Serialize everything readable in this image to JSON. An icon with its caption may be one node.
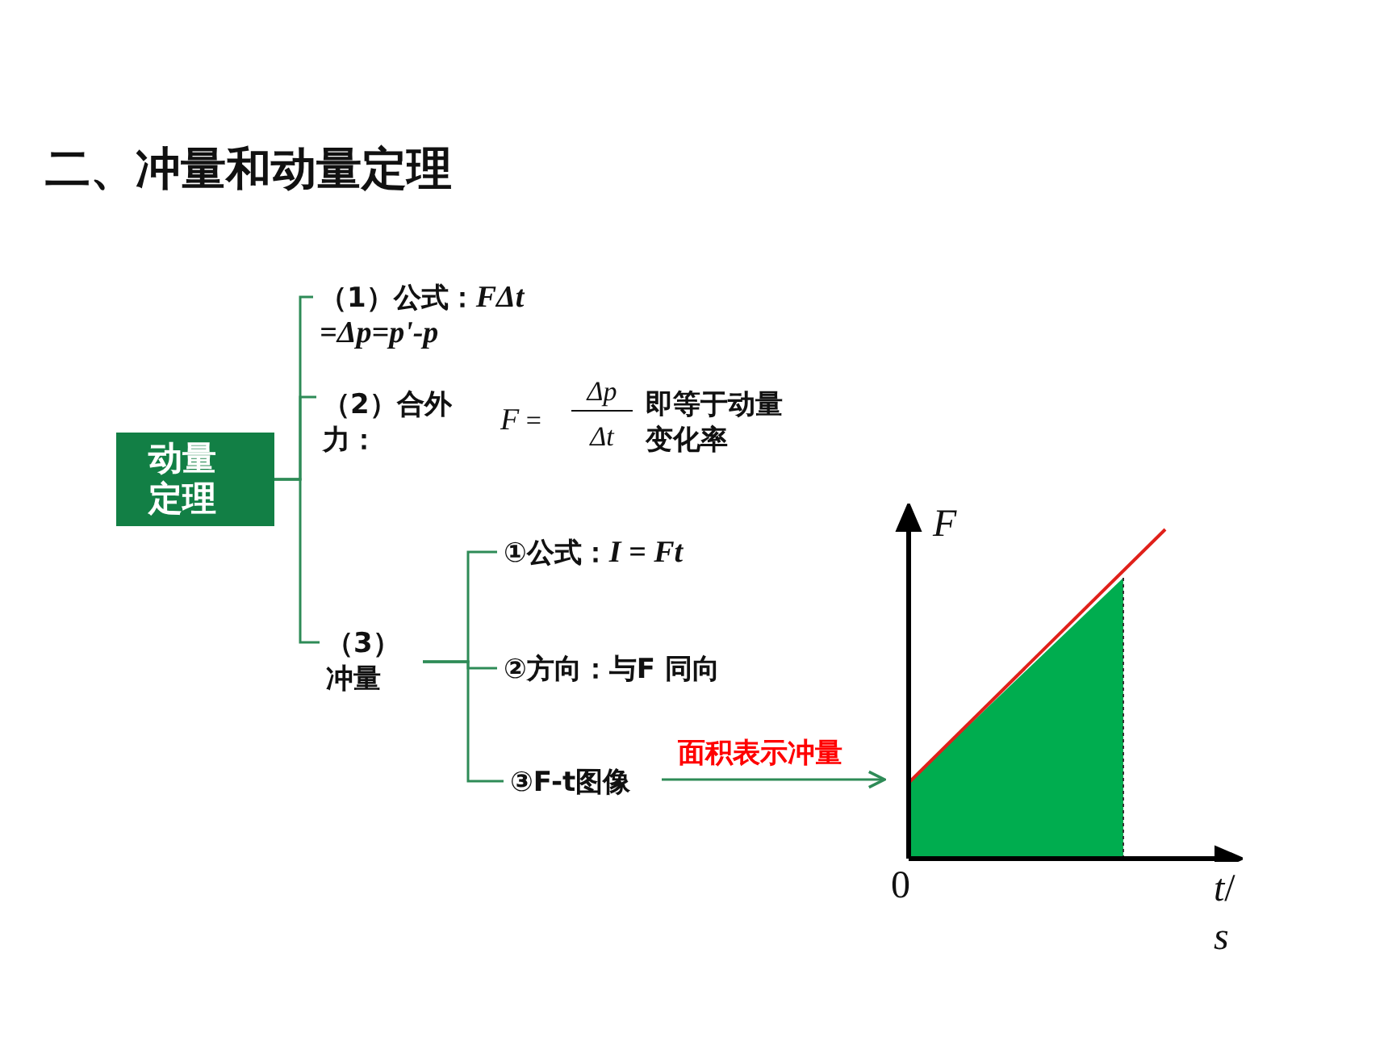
{
  "diagram": {
    "title": "二、冲量和动量定理",
    "nodes": [
      {
        "text": [
          "动量定理"
        ]
      },
      {
        "text": [
          "（1）公式：*FΔt* *=Δp=p'-p*"
        ]
      },
      {
        "text": [
          "（2）合外力：",
          "*F* =",
          "Δp",
          "Δt",
          "即等于动量变化率"
        ]
      },
      {
        "text": [
          "（3）冲量"
        ]
      },
      {
        "text": [
          "①公式：*I = Ft*"
        ]
      },
      {
        "text": [
          "②方向：与F 同向"
        ]
      },
      {
        "text": [
          "③F-t图像"
        ]
      },
      {
        "text": [],
        "shape": "picture"
      }
    ],
    "edges": [
      {
        "from": 0,
        "to": 1,
        "arrow": "none"
      },
      {
        "from": 0,
        "to": 2,
        "arrow": "none"
      },
      {
        "from": 0,
        "to": 3,
        "arrow": "none"
      },
      {
        "from": 3,
        "to": 4,
        "arrow": "none"
      },
      {
        "from": 3,
        "to": 5,
        "arrow": "none"
      },
      {
        "from": 3,
        "to": 6,
        "arrow": "none"
      },
      {
        "from": 6,
        "to": 7,
        "arrow": "to",
        "label": "面积表示冲量",
        "color": "#2e8b57"
      }
    ],
    "labels": [
      "*F*",
      "0",
      "*t*/ *s*"
    ]
  }
}
